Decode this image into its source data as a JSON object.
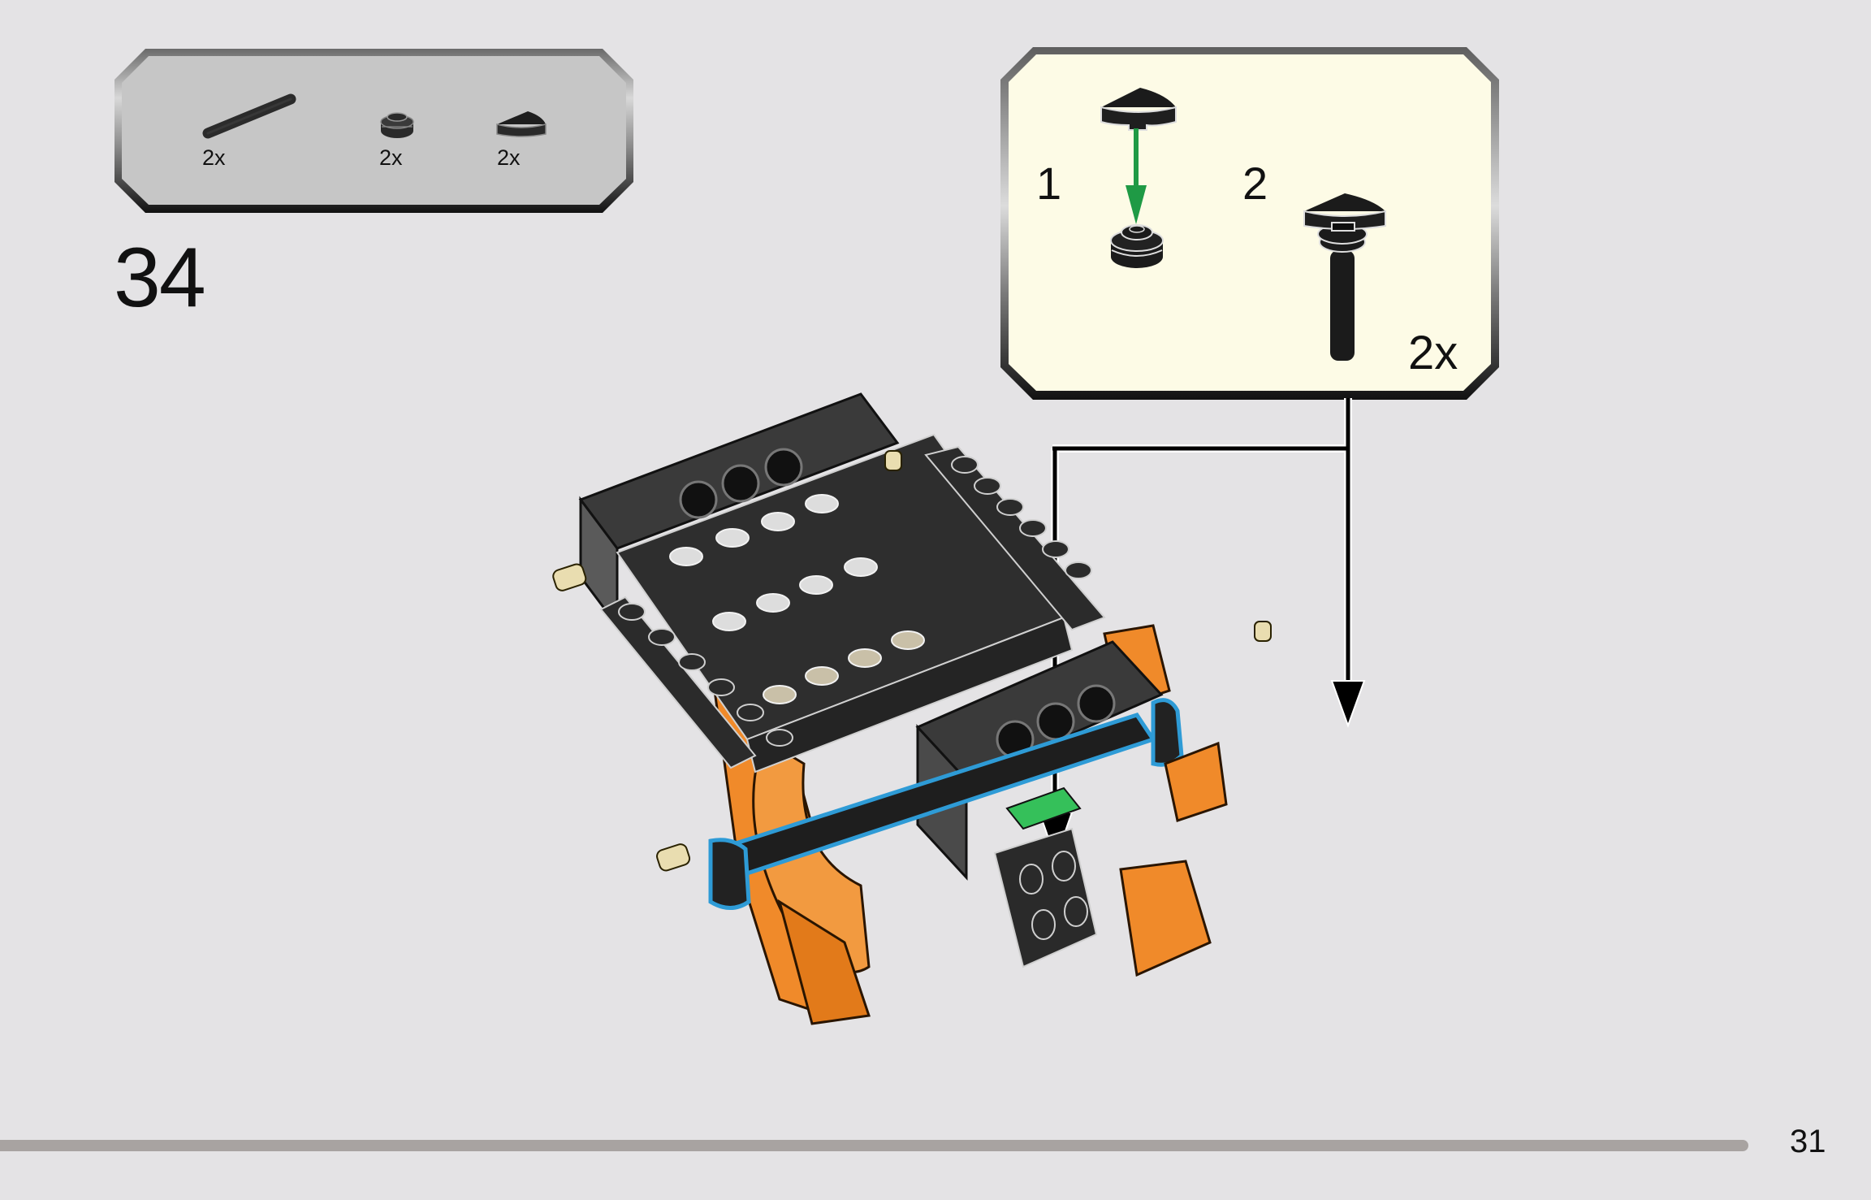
{
  "page": {
    "background_color": "#e4e3e5",
    "step_number": "34",
    "page_number": "31",
    "progress_bar_color": "#a8a3a1"
  },
  "parts_list": {
    "items": [
      {
        "icon": "axle-icon",
        "part": "black axle",
        "quantity": "2x"
      },
      {
        "icon": "round-plate-icon",
        "part": "black round plate 1x1",
        "quantity": "2x"
      },
      {
        "icon": "quarter-tile-icon",
        "part": "black quarter round tile 1x1",
        "quantity": "2x"
      }
    ],
    "box_fill": "#c6c6c6",
    "box_border": "#5c5c5c"
  },
  "sub_assembly": {
    "steps": [
      {
        "number": "1",
        "description": "quarter tile onto round plate"
      },
      {
        "number": "2",
        "description": "assembly onto axle"
      }
    ],
    "quantity": "2x",
    "box_fill": "#fdfbe6",
    "arrow_color": "#1f9a45"
  },
  "model": {
    "description": "dark gray chassis with orange fenders, tan pins, blue-highlighted axle assemblies",
    "highlight_color": "#2e9bd6",
    "chassis_color": "#333333",
    "fender_color": "#f08a2a",
    "pin_color": "#e9ddb0",
    "green_part_color": "#35c05a"
  }
}
